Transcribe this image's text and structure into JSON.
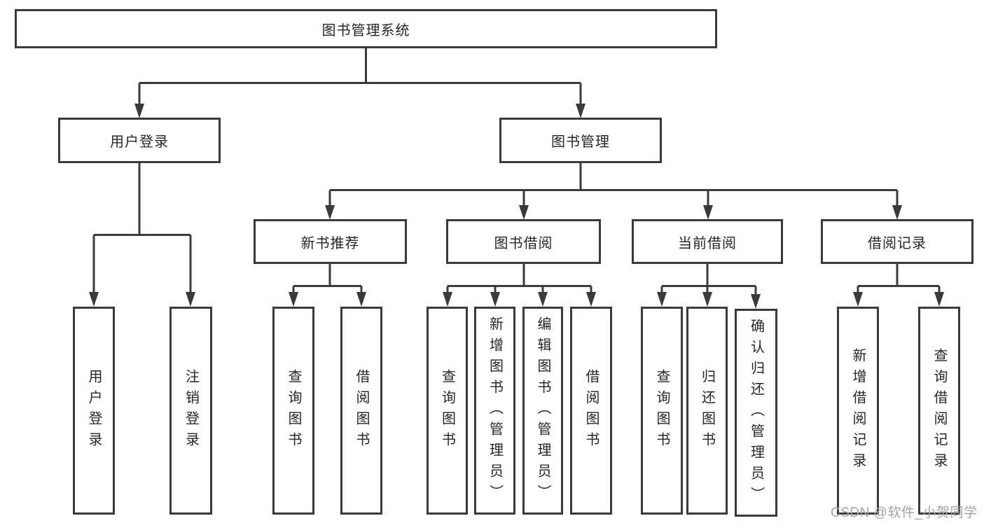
{
  "diagram_title": "图书管理系统",
  "nodes": {
    "root": "图书管理系统",
    "user_login": "用户登录",
    "book_management": "图书管理",
    "new_book_recommend": "新书推荐",
    "book_borrow": "图书借阅",
    "current_borrow": "当前借阅",
    "borrow_record": "借阅记录",
    "leaf_user_login": "用户登录",
    "leaf_logout_login": "注销登录",
    "leaf_query_book_1": "查询图书",
    "leaf_borrow_book_1": "借阅图书",
    "leaf_query_book_2": "查询图书",
    "leaf_add_book_admin": "新增图书（管理员）",
    "leaf_edit_book_admin": "编辑图书（管理员）",
    "leaf_borrow_book_2": "借阅图书",
    "leaf_query_book_3": "查询图书",
    "leaf_return_book": "归还图书",
    "leaf_confirm_return_admin": "确认归还（管理员）",
    "leaf_add_borrow_record": "新增借阅记录",
    "leaf_query_borrow_record": "查询借阅记录"
  },
  "watermark": "CSDN @软件_小贺同学",
  "colors": {
    "line": "#3a3a3a",
    "text": "#262626",
    "watermark": "#a3a3a3",
    "background": "#ffffff"
  }
}
